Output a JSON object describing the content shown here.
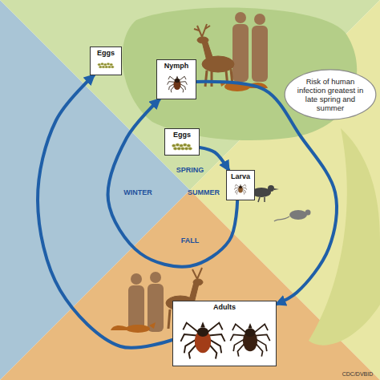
{
  "diagram": {
    "nodes": [
      {
        "text": [
          "Eggs"
        ]
      },
      {
        "text": [
          "Nymph"
        ]
      },
      {
        "text": [
          "Risk of human infection greatest in late spring and summer"
        ]
      },
      {
        "text": [
          "Eggs"
        ]
      },
      {
        "text": [
          "Larva"
        ]
      },
      {
        "text": [
          "Adults"
        ]
      }
    ],
    "edges": [
      {
        "from": 3,
        "to": 4,
        "arrow": "to"
      },
      {
        "from": 4,
        "to": 1,
        "arrow": "to"
      },
      {
        "from": 1,
        "to": 5,
        "arrow": "to"
      },
      {
        "from": 5,
        "to": 0,
        "arrow": "to"
      }
    ],
    "labels": [
      "SPRING",
      "SUMMER",
      "WINTER",
      "FALL",
      "CDC/DVBID"
    ]
  }
}
